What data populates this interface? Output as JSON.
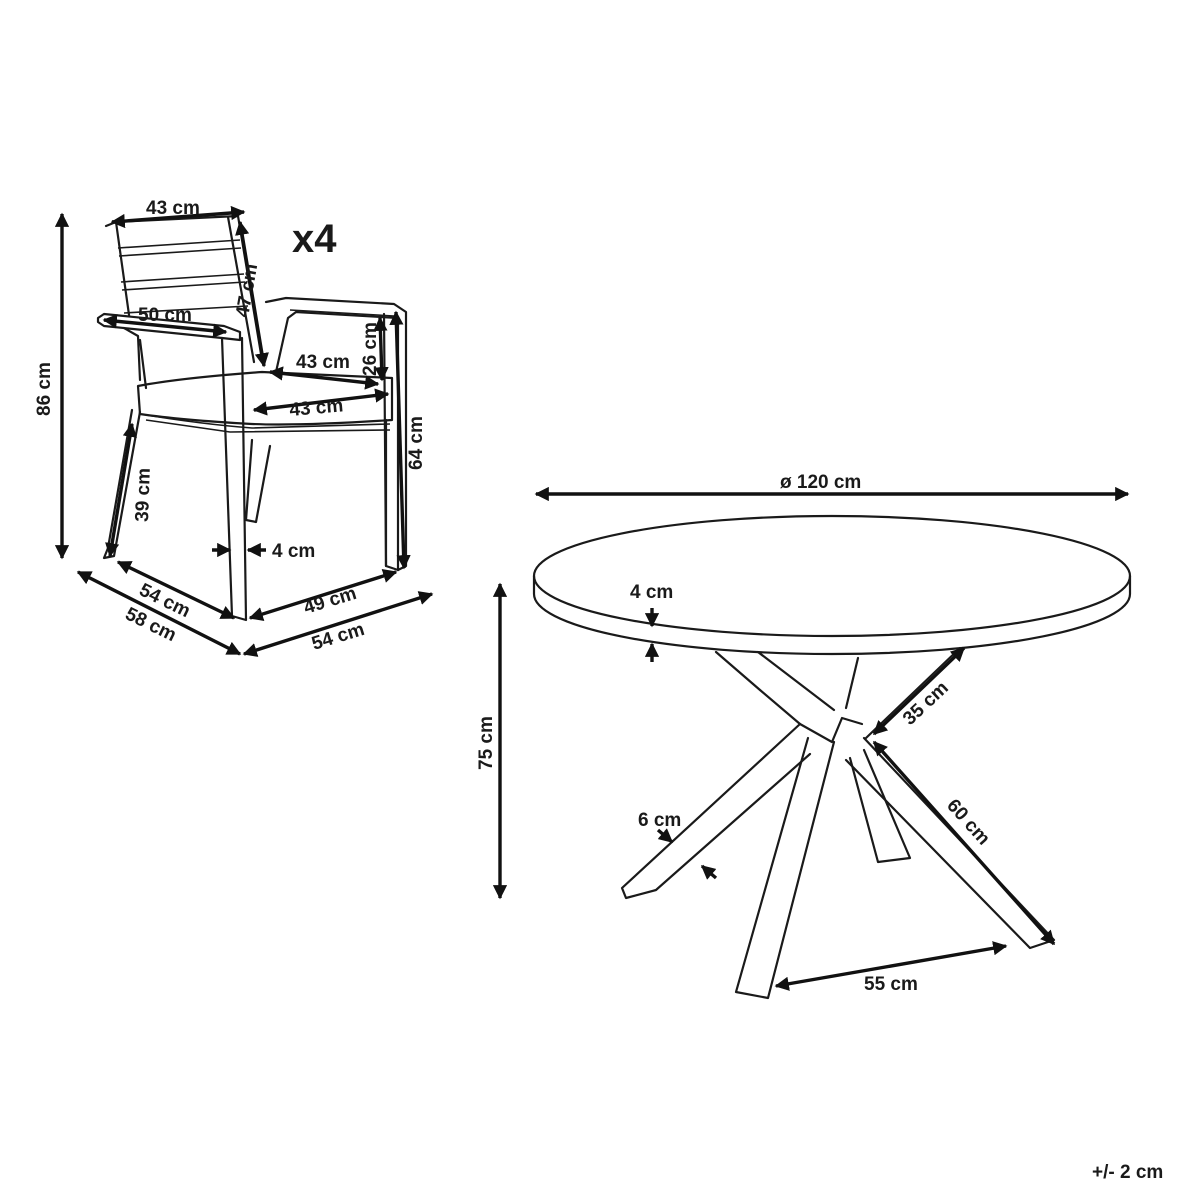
{
  "chair": {
    "quantity": "x4",
    "dimensions": {
      "back_width": "43 cm",
      "backrest_height": "47 cm",
      "armrest_length": "50 cm",
      "seat_depth_inner": "43 cm",
      "armrest_height_above_seat": "26 cm",
      "seat_width": "43 cm",
      "total_height": "86 cm",
      "armrest_height": "64 cm",
      "seat_height": "39 cm",
      "frame_thickness": "4 cm",
      "leg_depth": "54 cm",
      "total_depth": "58 cm",
      "leg_width": "49 cm",
      "total_width": "54 cm"
    }
  },
  "table": {
    "dimensions": {
      "diameter": "ø 120 cm",
      "top_thickness": "4 cm",
      "height": "75 cm",
      "center_to_leg": "35 cm",
      "leg_length": "60 cm",
      "leg_width": "6 cm",
      "leg_spacing": "55 cm"
    }
  },
  "tolerance": "+/- 2 cm"
}
